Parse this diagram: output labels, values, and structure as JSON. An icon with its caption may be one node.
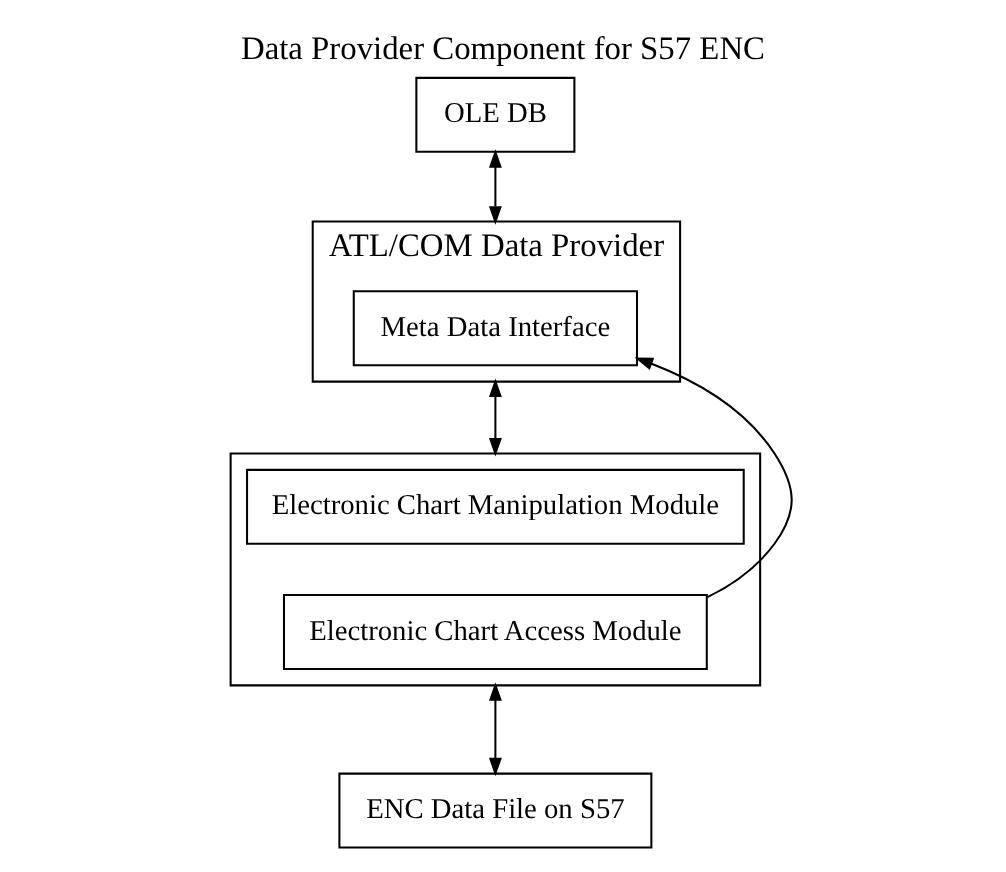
{
  "diagram": {
    "title": "Data Provider Component for S57 ENC",
    "nodes": [
      {
        "text": [
          "OLE DB"
        ]
      },
      {
        "text": [
          "ATL/COM Data Provider"
        ]
      },
      {
        "text": [
          "Meta Data Interface"
        ],
        "in": 1
      },
      {
        "text": [],
        "shape": "box"
      },
      {
        "text": [
          "Electronic Chart Manipulation Module"
        ],
        "in": 3
      },
      {
        "text": [
          "Electronic Chart Access Module"
        ],
        "in": 3
      },
      {
        "text": [
          "ENC Data File on S57"
        ]
      }
    ],
    "edges": [
      {
        "from": 0,
        "to": 1,
        "arrow": "both"
      },
      {
        "from": 1,
        "to": 3,
        "arrow": "both"
      },
      {
        "from": 5,
        "to": 2,
        "arrow": "to"
      },
      {
        "from": 3,
        "to": 6,
        "arrow": "both"
      }
    ]
  }
}
